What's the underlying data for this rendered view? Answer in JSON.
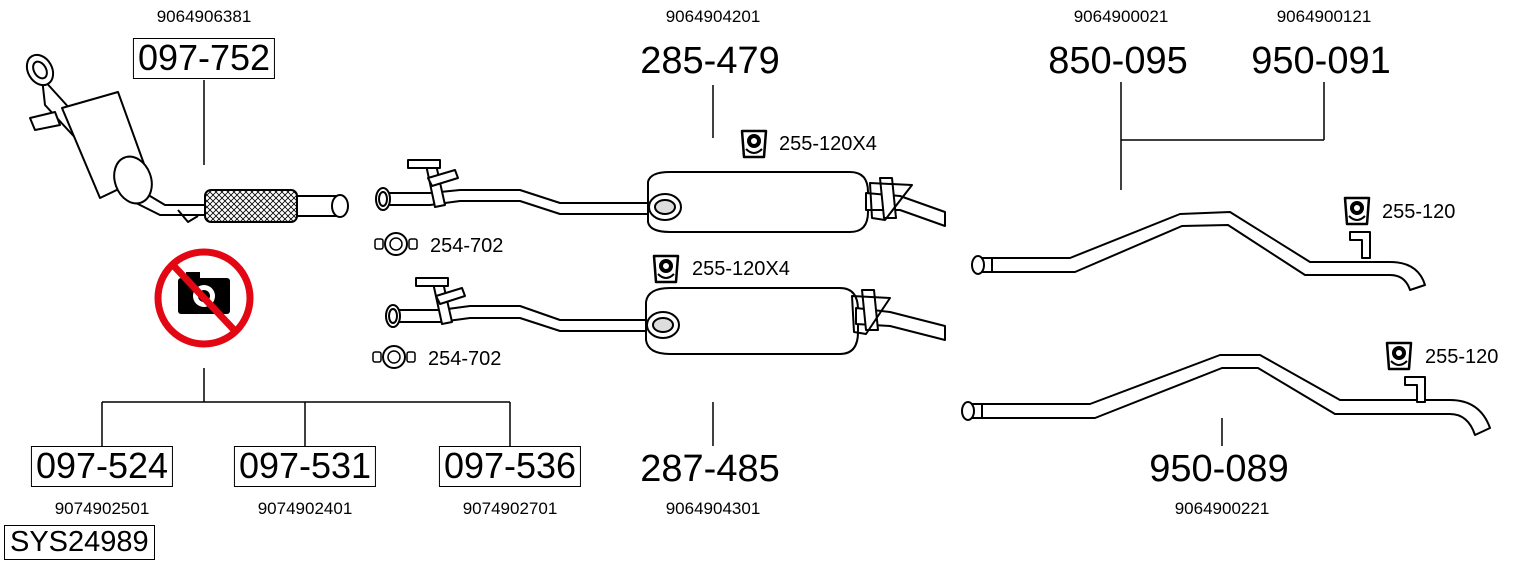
{
  "left": {
    "top_oem": "9064906381",
    "top_pn": "097-752",
    "bottom": [
      {
        "pn": "097-524",
        "oem": "9074902501"
      },
      {
        "pn": "097-531",
        "oem": "9074902401"
      },
      {
        "pn": "097-536",
        "oem": "9074902701"
      }
    ],
    "sys": "SYS24989"
  },
  "middle": {
    "top_oem": "9064904201",
    "top_pn": "285-479",
    "bottom_pn": "287-485",
    "bottom_oem": "9064904301",
    "clamp1": "254-702",
    "clamp2": "254-702",
    "mount1": "255-120X4",
    "mount2": "255-120X4"
  },
  "right": {
    "oem_a": "9064900021",
    "pn_a": "850-095",
    "oem_b": "9064900121",
    "pn_b": "950-091",
    "mount1": "255-120",
    "mount2": "255-120",
    "bottom_pn": "950-089",
    "bottom_oem": "9064900221"
  },
  "icons": {
    "no_photo": "no-photo-icon",
    "rubber_mount": "rubber-mount-icon",
    "clamp": "clamp-icon"
  },
  "colors": {
    "prohibit_red": "#e30613",
    "pipe_fill": "#ffffff",
    "line": "#000000"
  }
}
